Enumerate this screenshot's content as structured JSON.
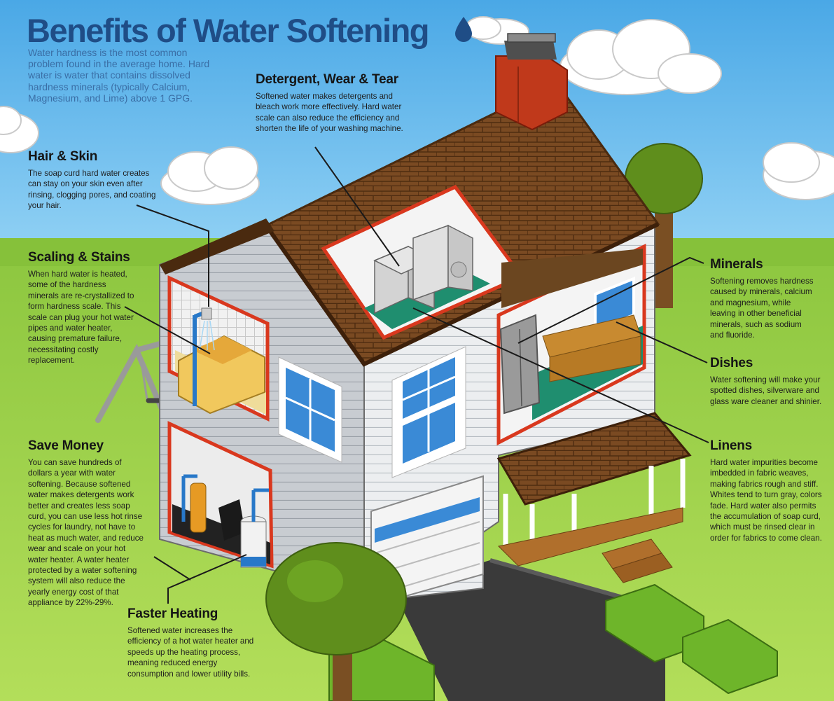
{
  "title": "Benefits of Water Softening",
  "intro": "Water hardness is the most common problem found in the average home. Hard water is water that contains dissolved hardness minerals (typically Calcium, Magnesium, and Lime) above 1 GPG.",
  "icons": {
    "title": "water-drop-icon"
  },
  "colors": {
    "sky": "#5fb6ea",
    "grass": "#9bcf3a",
    "title": "#1f4d86",
    "intro": "#3a6ea5",
    "roof": "#7a4a22",
    "chimney": "#c0391b",
    "frame": "#d9381e",
    "tree": "#5f8e1c"
  },
  "sections": {
    "detergent": {
      "heading": "Detergent, Wear & Tear",
      "body": "Softened water makes detergents and bleach work more effectively. Hard water scale can also reduce the efficiency and shorten the life of your washing machine."
    },
    "hair_skin": {
      "heading": "Hair & Skin",
      "body": "The soap curd hard water creates can stay on your skin even after rinsing, clogging pores, and coating your hair."
    },
    "scaling": {
      "heading": "Scaling & Stains",
      "body": "When hard water is heated, some of the hardness minerals are re-crystallized to form hardness scale. This scale can plug your hot water pipes and water heater, causing premature failure, necessitating costly replacement."
    },
    "save_money": {
      "heading": "Save Money",
      "body": "You can save hundreds of dollars a year with water softening. Because softened water makes detergents work better and creates less soap curd, you can use less hot rinse cycles for laundry, not have to heat as much water, and reduce wear and scale on your hot water heater. A water heater protected by a water softening system will also reduce the yearly energy cost of that appliance by 22%-29%."
    },
    "faster_heating": {
      "heading": "Faster Heating",
      "body": "Softened water increases the efficiency of a hot water heater and speeds up the heating process, meaning reduced energy consumption and lower utility bills."
    },
    "minerals": {
      "heading": "Minerals",
      "body": "Softening removes hardness caused by minerals, calcium and magnesium, while leaving in other beneficial minerals, such as sodium and fluoride."
    },
    "dishes": {
      "heading": "Dishes",
      "body": "Water softening will make your spotted dishes, silverware and glass ware cleaner and shinier."
    },
    "linens": {
      "heading": "Linens",
      "body": "Hard water impurities become imbedded in fabric weaves, making fabrics rough and stiff. Whites tend to turn gray, colors fade. Hard water also permits the accumulation of soap curd, which must be rinsed clear in order for fabrics to come clean."
    }
  }
}
